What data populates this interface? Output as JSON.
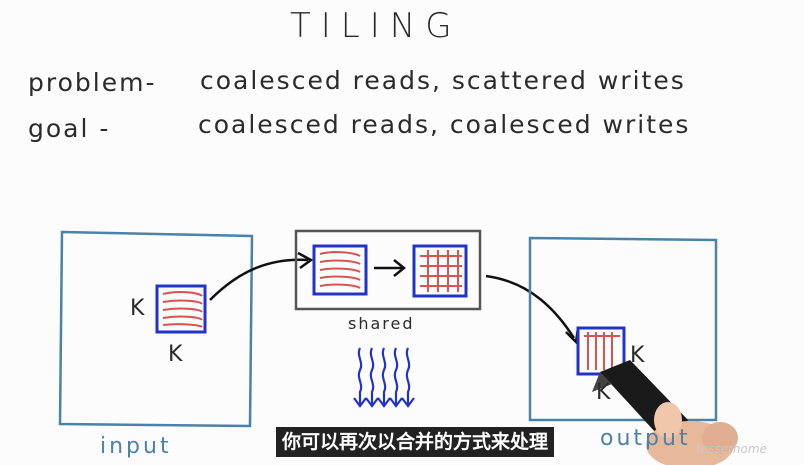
{
  "slide": {
    "title": "TILING",
    "problem_label": "problem-",
    "problem_text": "coalesced reads, scattered writes",
    "goal_label": "goal  -",
    "goal_text": "coalesced reads, coalesced writes"
  },
  "diagram": {
    "input_label": "input",
    "output_label": "output",
    "shared_label": "shared",
    "k_labels": [
      "K",
      "K",
      "K",
      "K"
    ]
  },
  "subtitle": "你可以再次以合并的方式来处理",
  "watermark": "tesserhome",
  "colors": {
    "ink": "#2b2b2b",
    "blue_ink": "#4a82a8",
    "tile_blue": "#2233cc",
    "tile_red": "#d9534f",
    "subtitle_bg": "#222222"
  },
  "icons": [
    "pen-icon"
  ]
}
